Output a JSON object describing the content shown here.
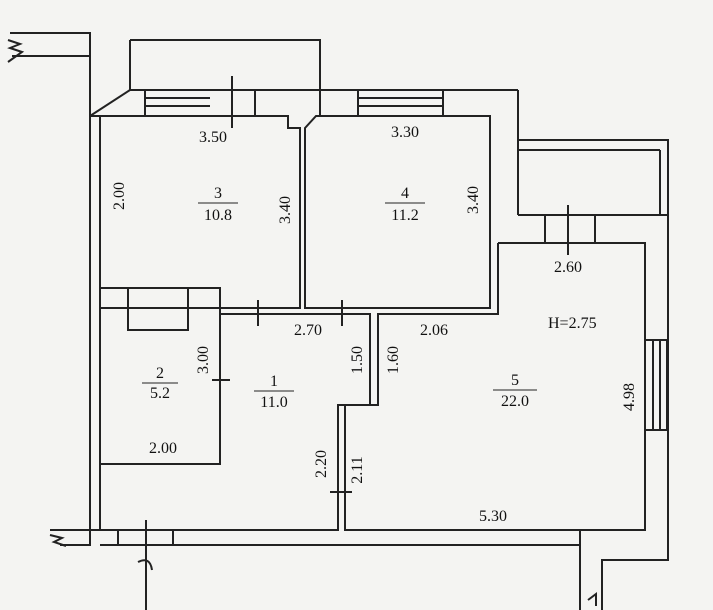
{
  "ceiling_height": "H=2.75",
  "rooms": [
    {
      "id": "1",
      "number": "1",
      "area": "11.0"
    },
    {
      "id": "2",
      "number": "2",
      "area": "5.2"
    },
    {
      "id": "3",
      "number": "3",
      "area": "10.8"
    },
    {
      "id": "4",
      "number": "4",
      "area": "11.2"
    },
    {
      "id": "5",
      "number": "5",
      "area": "22.0"
    }
  ],
  "dimensions": {
    "room3_width": "3.50",
    "room3_height": "2.00",
    "room3_side": "3.40",
    "room4_width": "3.30",
    "room4_side": "3.40",
    "balcony_right_width": "2.60",
    "corridor_width": "2.70",
    "corridor_jog": "1.50",
    "room5_jog": "1.60",
    "room5_top": "2.06",
    "room5_height": "4.98",
    "room5_width": "5.30",
    "room2_height": "3.00",
    "room2_width": "2.00",
    "entry_height": "2.20",
    "entry_height_b": "2.11"
  }
}
